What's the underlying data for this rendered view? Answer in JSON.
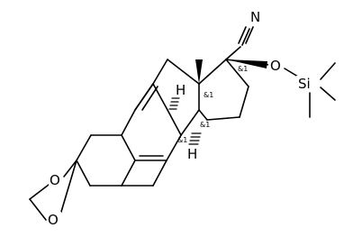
{
  "atoms": {
    "nitrogen": "N",
    "oxygen_tms": "O",
    "silicon": "Si",
    "hydrogen_c8": "H",
    "hydrogen_c14": "H",
    "oxygen_ketal_top": "O",
    "oxygen_ketal_bottom": "O"
  },
  "stereo_descriptors": {
    "c17": "&1",
    "c13": "&1",
    "c14": "&1",
    "c8": "&1"
  },
  "colors": {
    "bond": "#000000",
    "background": "#ffffff"
  }
}
